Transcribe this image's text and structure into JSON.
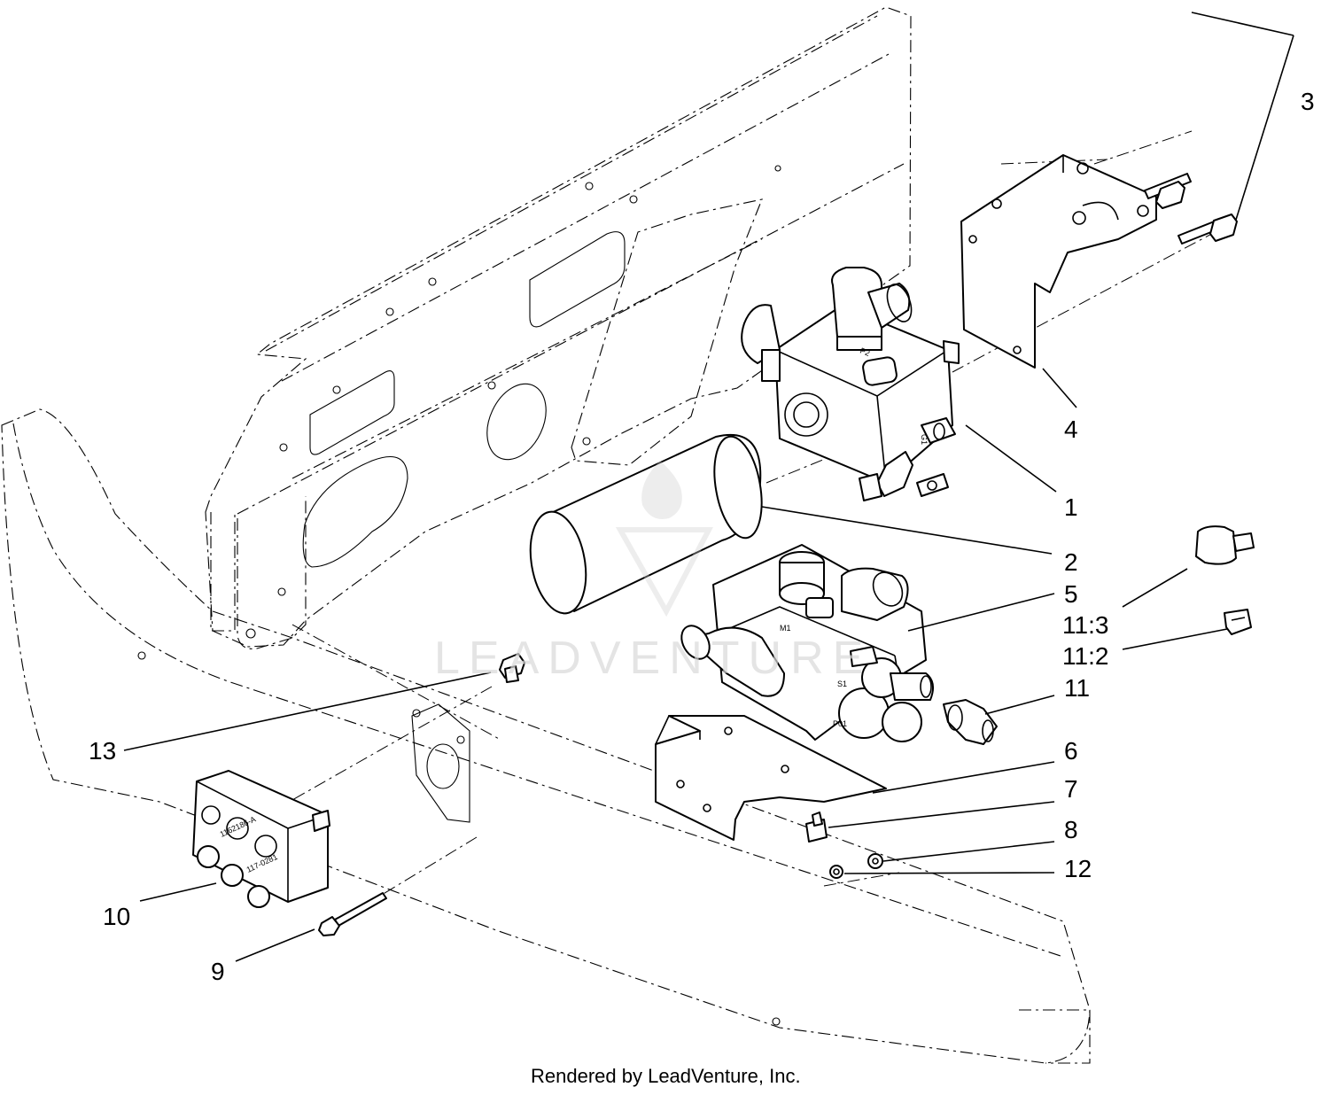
{
  "diagram": {
    "callouts": [
      "1",
      "2",
      "3",
      "4",
      "5",
      "6",
      "7",
      "8",
      "9",
      "10",
      "11",
      "11:2",
      "11:3",
      "12",
      "13"
    ],
    "watermark": "LEADVENTURE",
    "footer": "Rendered by LeadVenture, Inc."
  }
}
